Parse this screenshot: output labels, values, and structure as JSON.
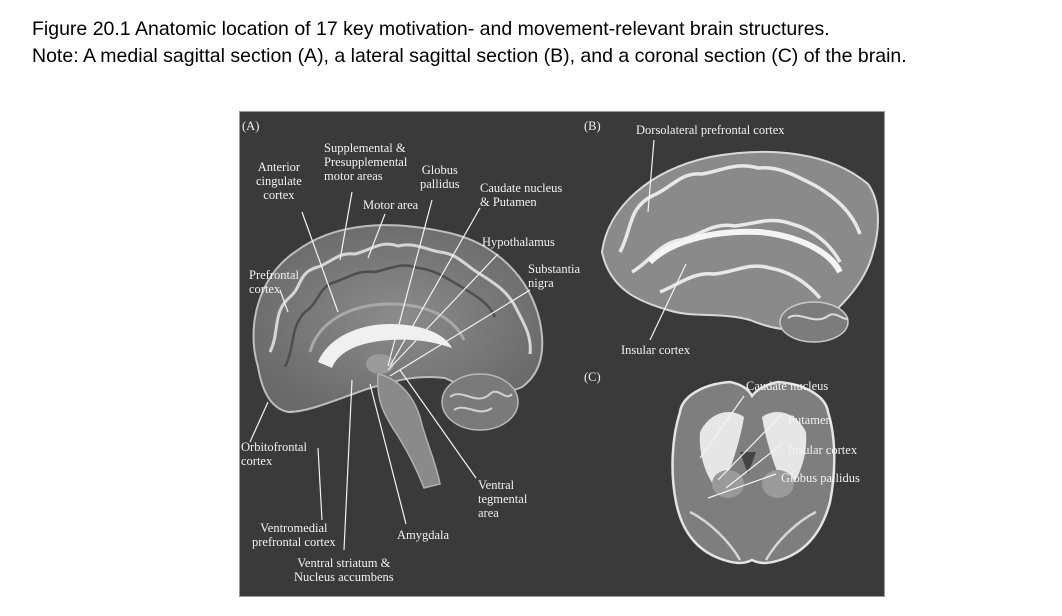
{
  "caption": {
    "line1": "Figure 20.1 Anatomic location of 17 key motivation- and movement-relevant brain structures.",
    "line2": "Note: A medial sagittal section (A), a lateral sagittal section (B), and a coronal section (C) of the brain."
  },
  "panels": {
    "a": "(A)",
    "b": "(B)",
    "c": "(C)"
  },
  "labels": {
    "anterior_cingulate": "Anterior\ncingulate\ncortex",
    "supplemental": "Supplemental &\nPresupplemental\nmotor areas",
    "globus_pallidus_a": "Globus\npallidus",
    "motor_area": "Motor area",
    "caudate_putamen": "Caudate nucleus\n& Putamen",
    "hypothalamus": "Hypothalamus",
    "substantia_nigra": "Substantia\nnigra",
    "prefrontal": "Prefrontal\ncortex",
    "orbitofrontal": "Orbitofrontal\ncortex",
    "ventromedial": "Ventromedial\nprefrontal cortex",
    "amygdala": "Amygdala",
    "ventral_striatum": "Ventral striatum &\nNucleus accumbens",
    "vta": "Ventral\ntegmental\narea",
    "dlpfc": "Dorsolateral prefrontal cortex",
    "insular_b": "Insular cortex",
    "caudate_c": "Caudate nucleus",
    "putamen_c": "Putamen",
    "insular_c": "Insular cortex",
    "globus_pallidus_c": "Globus pallidus"
  }
}
